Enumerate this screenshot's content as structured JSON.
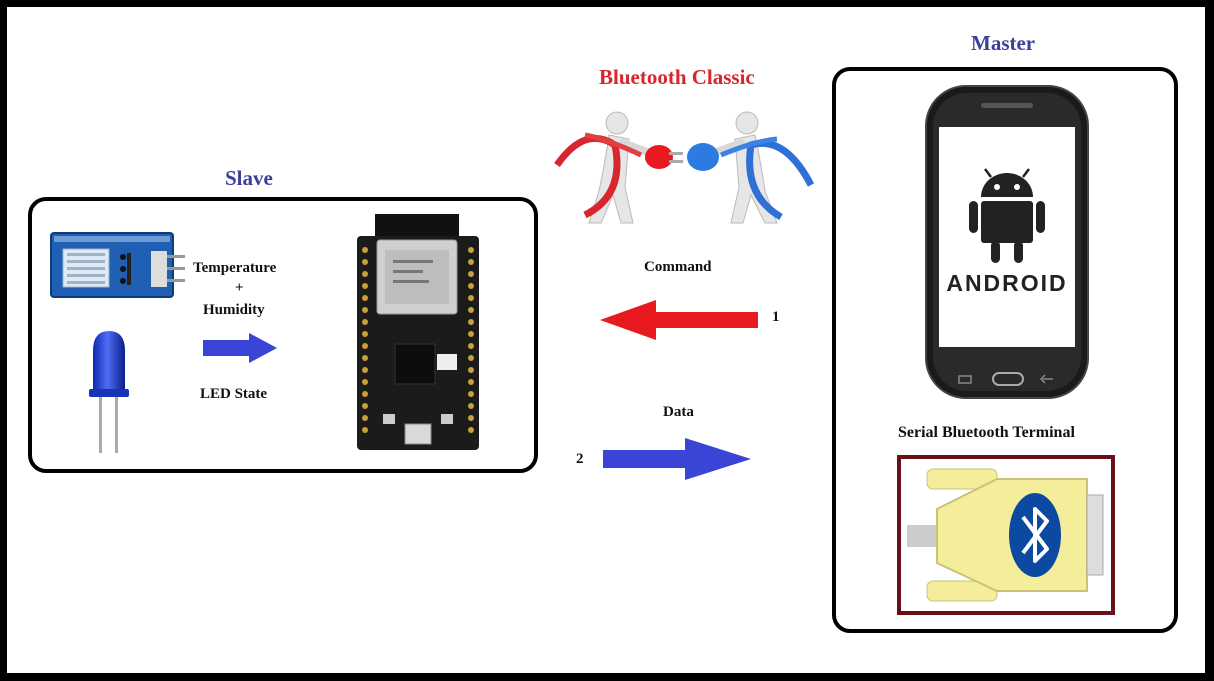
{
  "slave": {
    "title": "Slave",
    "sensor_text_1": "Temperature",
    "sensor_text_plus": "+",
    "sensor_text_2": "Humidity",
    "led_text": "LED State"
  },
  "center": {
    "title": "Bluetooth Classic",
    "command_label": "Command",
    "data_label": "Data",
    "step_1": "1",
    "step_2": "2"
  },
  "master": {
    "title": "Master",
    "app_name": "Serial Bluetooth Terminal",
    "phone_brand": "ANDROID"
  },
  "colors": {
    "title_blue": "#3a3f9a",
    "title_red": "#d8262e",
    "arrow_red": "#e8191f",
    "arrow_blue": "#3a44d6",
    "terminal_border": "#6b0f16",
    "terminal_fill": "#f4ee9a",
    "bluetooth_blue": "#0b4aa0"
  }
}
